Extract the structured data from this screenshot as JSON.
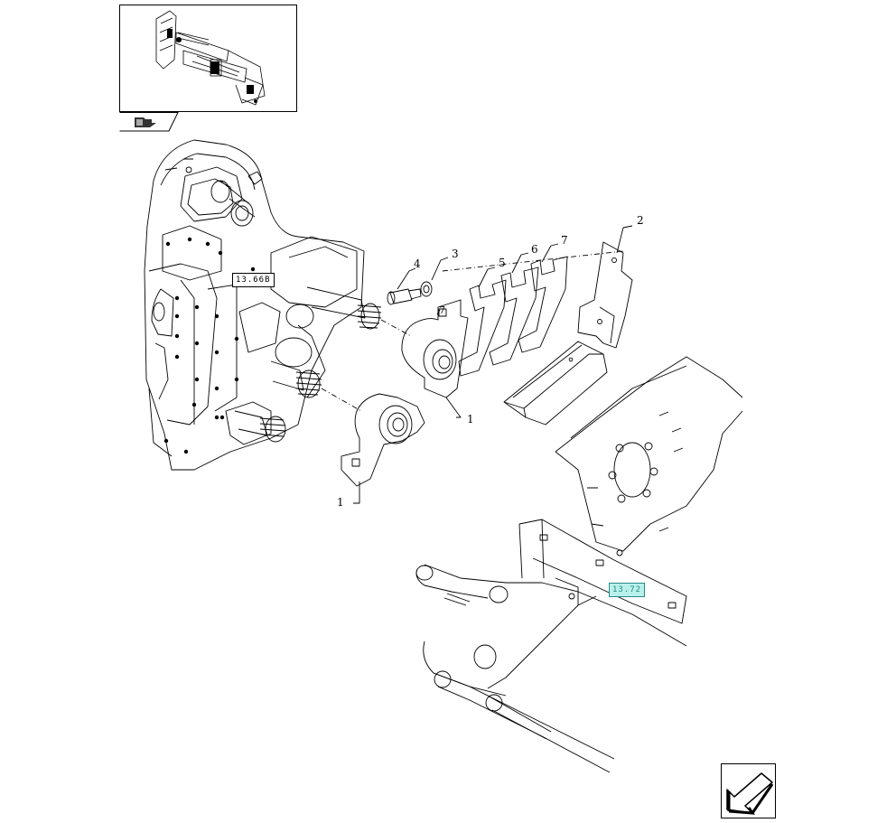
{
  "references": {
    "group_ref": "13.66B",
    "link_ref": "13.72"
  },
  "callouts": {
    "item_1a": "1",
    "item_1b": "1",
    "item_2": "2",
    "item_3": "3",
    "item_4": "4",
    "item_5": "5",
    "item_6": "6",
    "item_7": "7",
    "item_7b": "7"
  },
  "colors": {
    "line": "#000000",
    "link_fill": "#b8f0ea",
    "link_text": "#2a8a86"
  },
  "icons": {
    "thumbnail": "assembly-overview-thumbnail",
    "tab": "book-icon",
    "nav": "next-page-arrow-icon"
  }
}
